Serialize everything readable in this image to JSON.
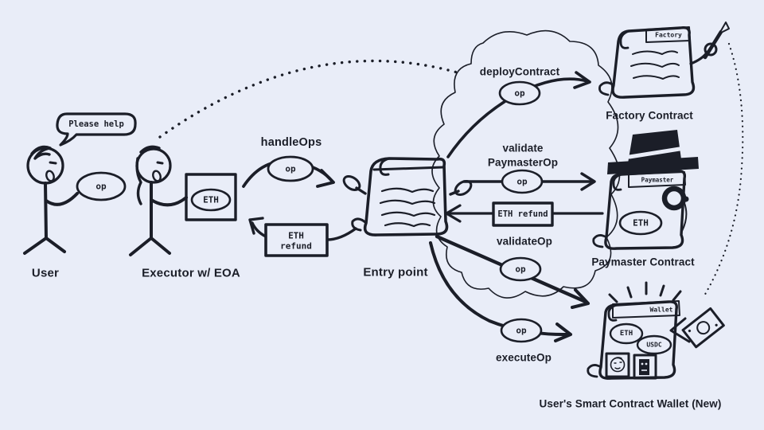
{
  "colors": {
    "background": "#E9EDF8",
    "ink": "#1B1E28"
  },
  "user": {
    "label": "User",
    "speech": "Please help",
    "op": "op"
  },
  "executor": {
    "label": "Executor w/ EOA",
    "eoa_eth": "ETH"
  },
  "entry_point": {
    "label": "Entry point"
  },
  "flows": {
    "handle_ops": {
      "label": "handleOps",
      "op": "op"
    },
    "eth_refund_out": {
      "line1": "ETH",
      "line2": "refund"
    },
    "deploy_contract": {
      "label": "deployContract",
      "op": "op"
    },
    "validate_paymaster_op": {
      "label_line1": "validate",
      "label_line2": "PaymasterOp",
      "op": "op"
    },
    "eth_refund_in": {
      "label": "ETH refund"
    },
    "validate_op": {
      "label": "validateOp",
      "op": "op"
    },
    "execute_op": {
      "label": "executeOp",
      "op": "op"
    }
  },
  "factory_contract": {
    "tab": "Factory",
    "label": "Factory Contract"
  },
  "paymaster_contract": {
    "tab": "Paymaster",
    "label": "Paymaster Contract",
    "eth": "ETH"
  },
  "smart_wallet": {
    "tab": "Wallet",
    "label": "User's Smart Contract Wallet (New)",
    "eth": "ETH",
    "usdc": "USDC"
  }
}
